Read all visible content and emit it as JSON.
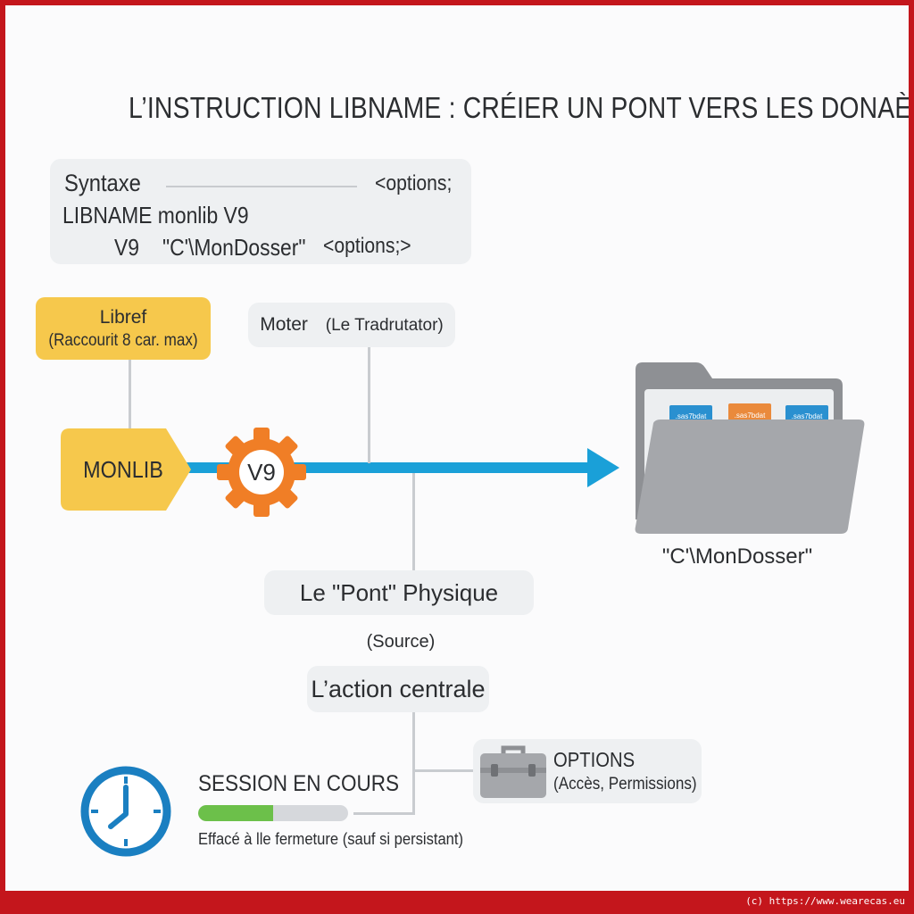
{
  "title": "L’INSTRUCTION LIBNAME : CRÉIER UN PONT VERS LES DONAÈES",
  "syntax": {
    "heading": "Syntaxe",
    "options_top": "<options;",
    "line1": "LIBNAME monlib V9",
    "line2_engine": "V9",
    "line2_path": "\"C'\\MonDosser\"",
    "line2_options": "<options;>"
  },
  "libref": {
    "title": "Libref",
    "subtitle": "(Raccourit 8 car. max)",
    "value": "MONLIB"
  },
  "engine": {
    "label": "Moter",
    "sublabel": "(Le Tradrutator)",
    "value": "V9"
  },
  "bridge": {
    "label_main": "Le \"Pont\" Physique",
    "label_sub": "(Source)"
  },
  "folder": {
    "path": "\"C'\\MonDosser\"",
    "files": [
      {
        "label": ".sas7bdat",
        "color": "#2a90d0"
      },
      {
        "label": ".sas7bdat",
        "color": "#ea8a3c"
      },
      {
        "label": ".sas7bdat",
        "color": "#2a90d0"
      }
    ]
  },
  "action": {
    "label": "L’action centrale"
  },
  "options": {
    "title": "OPTIONS",
    "subtitle": "(Accès, Permissions)"
  },
  "session": {
    "title": "SESSION EN COURS",
    "progress": 0.5,
    "note": "Effacé à lle fermeture (sauf si persistant)"
  },
  "copyright": "(c) https://www.wearecas.eu",
  "colors": {
    "frame": "#c4161c",
    "flow_line": "#1aa0d8",
    "gear": "#f07e26",
    "tag": "#f6c84c",
    "panel": "#eef0f2",
    "clock": "#1a7fc1",
    "progress": "#6cc04a",
    "folder": "#a5a7ab"
  }
}
